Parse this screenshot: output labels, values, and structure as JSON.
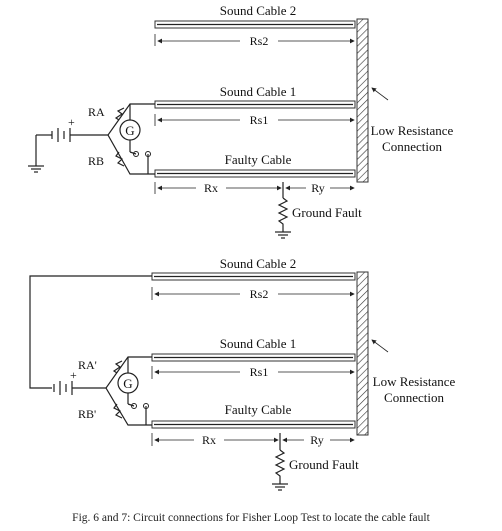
{
  "figure": {
    "caption": "Fig. 6 and 7: Circuit connections for Fisher Loop Test to locate the cable fault",
    "low_resistance_label_line1": "Low Resistance",
    "low_resistance_label_line2": "Connection",
    "top": {
      "sound_cable_2": "Sound Cable 2",
      "sound_cable_1": "Sound Cable 1",
      "faulty_cable": "Faulty Cable",
      "rs2": "Rs2",
      "rs1": "Rs1",
      "rx": "Rx",
      "ry": "Ry",
      "ra": "RA",
      "rb": "RB",
      "galvanometer": "G",
      "battery_sign": "+",
      "ground_fault": "Ground Fault"
    },
    "bottom": {
      "sound_cable_2": "Sound Cable 2",
      "sound_cable_1": "Sound Cable 1",
      "faulty_cable": "Faulty Cable",
      "rs2": "Rs2",
      "rs1": "Rs1",
      "rx": "Rx",
      "ry": "Ry",
      "ra": "RA'",
      "rb": "RB'",
      "galvanometer": "G",
      "battery_sign": "+",
      "ground_fault": "Ground Fault"
    }
  }
}
